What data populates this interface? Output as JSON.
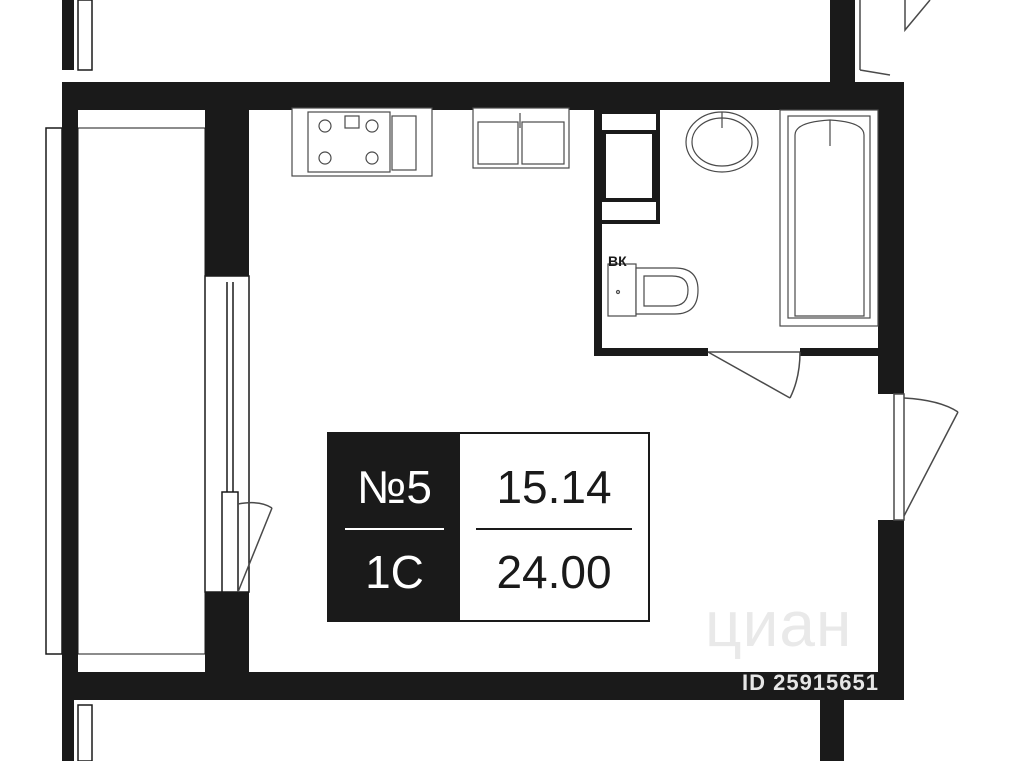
{
  "unit": {
    "number_label": "№5",
    "type_label": "1С",
    "living_area": "15.14",
    "total_area": "24.00"
  },
  "fixtures": {
    "washer_label": "ВК"
  },
  "watermark": {
    "logo_text": "циан",
    "id_text": "ID 25915651"
  },
  "colors": {
    "wall": "#1a1a1a",
    "fixture_line": "#4a4a4a",
    "background": "#ffffff"
  }
}
